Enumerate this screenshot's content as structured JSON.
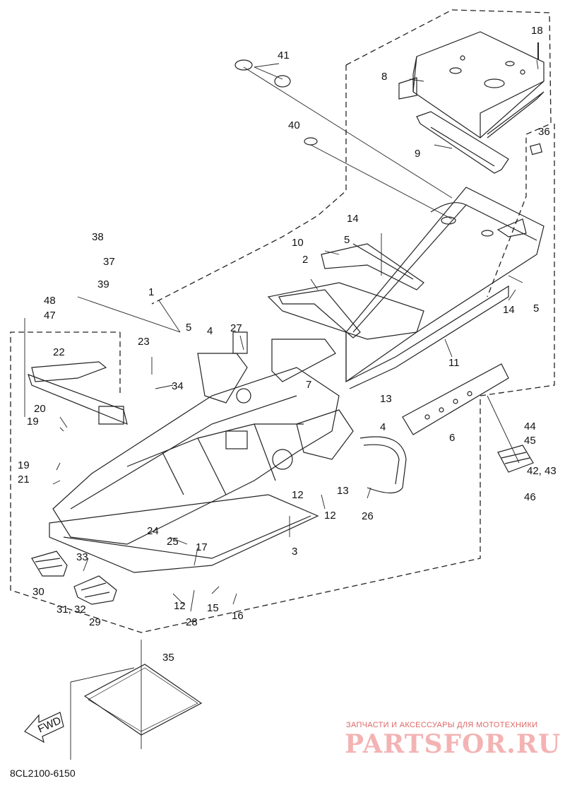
{
  "diagram": {
    "callouts": [
      {
        "id": "c1",
        "text": "1"
      },
      {
        "id": "c2",
        "text": "2"
      },
      {
        "id": "c3",
        "text": "3"
      },
      {
        "id": "c4a",
        "text": "4"
      },
      {
        "id": "c4b",
        "text": "4"
      },
      {
        "id": "c5a",
        "text": "5"
      },
      {
        "id": "c5b",
        "text": "5"
      },
      {
        "id": "c5c",
        "text": "5"
      },
      {
        "id": "c6",
        "text": "6"
      },
      {
        "id": "c7",
        "text": "7"
      },
      {
        "id": "c8",
        "text": "8"
      },
      {
        "id": "c9",
        "text": "9"
      },
      {
        "id": "c10",
        "text": "10"
      },
      {
        "id": "c11",
        "text": "11"
      },
      {
        "id": "c12a",
        "text": "12"
      },
      {
        "id": "c12b",
        "text": "12"
      },
      {
        "id": "c12c",
        "text": "12"
      },
      {
        "id": "c13a",
        "text": "13"
      },
      {
        "id": "c13b",
        "text": "13"
      },
      {
        "id": "c14a",
        "text": "14"
      },
      {
        "id": "c14b",
        "text": "14"
      },
      {
        "id": "c15",
        "text": "15"
      },
      {
        "id": "c16",
        "text": "16"
      },
      {
        "id": "c17",
        "text": "17"
      },
      {
        "id": "c18",
        "text": "18"
      },
      {
        "id": "c19a",
        "text": "19"
      },
      {
        "id": "c19b",
        "text": "19"
      },
      {
        "id": "c20",
        "text": "20"
      },
      {
        "id": "c21",
        "text": "21"
      },
      {
        "id": "c22",
        "text": "22"
      },
      {
        "id": "c23",
        "text": "23"
      },
      {
        "id": "c24",
        "text": "24"
      },
      {
        "id": "c25",
        "text": "25"
      },
      {
        "id": "c26",
        "text": "26"
      },
      {
        "id": "c27",
        "text": "27"
      },
      {
        "id": "c28",
        "text": "28"
      },
      {
        "id": "c29",
        "text": "29"
      },
      {
        "id": "c30",
        "text": "30"
      },
      {
        "id": "c3132",
        "text": "31, 32"
      },
      {
        "id": "c33",
        "text": "33"
      },
      {
        "id": "c34",
        "text": "34"
      },
      {
        "id": "c35",
        "text": "35"
      },
      {
        "id": "c36",
        "text": "36"
      },
      {
        "id": "c37",
        "text": "37"
      },
      {
        "id": "c38",
        "text": "38"
      },
      {
        "id": "c39",
        "text": "39"
      },
      {
        "id": "c40",
        "text": "40"
      },
      {
        "id": "c41",
        "text": "41"
      },
      {
        "id": "c4243",
        "text": "42, 43"
      },
      {
        "id": "c44",
        "text": "44"
      },
      {
        "id": "c45",
        "text": "45"
      },
      {
        "id": "c46",
        "text": "46"
      },
      {
        "id": "c47",
        "text": "47"
      },
      {
        "id": "c48",
        "text": "48"
      }
    ],
    "fwd_label": "FWD",
    "diagram_code": "8CL2100-6150"
  },
  "watermark": {
    "tagline": "ЗАПЧАСТИ И АКСЕССУАРЫ ДЛЯ МОТОТЕХНИКИ",
    "brand": "PARTSFOR.RU",
    "color": "#e24a4a"
  }
}
